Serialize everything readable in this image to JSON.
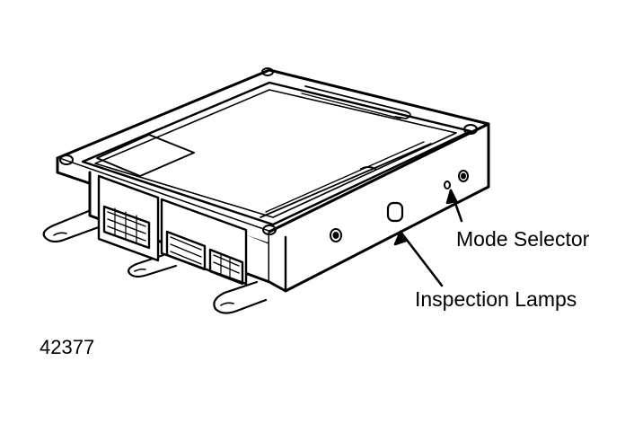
{
  "figure_number": "42377",
  "callouts": {
    "mode_selector": "Mode Selector",
    "inspection_lamps": "Inspection Lamps"
  },
  "colors": {
    "ink": "#000000",
    "paper": "#ffffff"
  }
}
